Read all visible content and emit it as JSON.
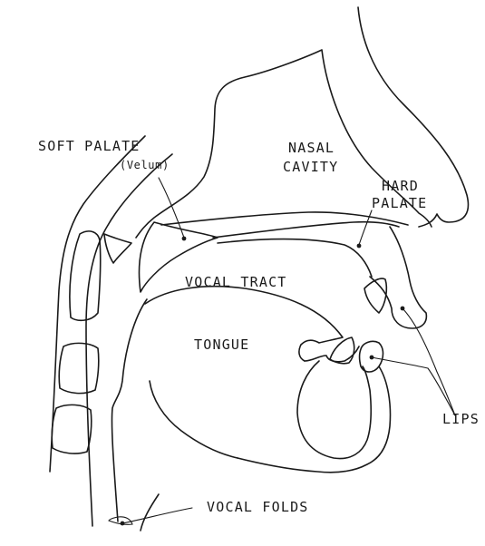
{
  "labels": {
    "soft_palate": "SOFT PALATE",
    "velum": "(Velum)",
    "nasal_cavity_line1": "NASAL",
    "nasal_cavity_line2": "CAVITY",
    "hard_palate_line1": "HARD",
    "hard_palate_line2": "PALATE",
    "vocal_tract": "VOCAL TRACT",
    "tongue": "TONGUE",
    "lips": "LIPS",
    "vocal_folds": "VOCAL FOLDS"
  },
  "colors": {
    "ink": "#1a1a1a",
    "paper": "#ffffff"
  }
}
